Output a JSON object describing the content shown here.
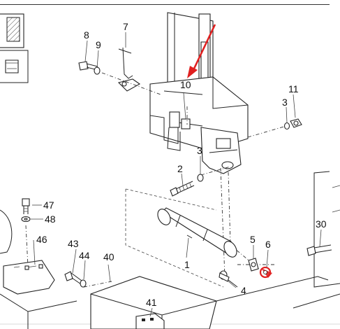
{
  "diagram": {
    "part_numbers": {
      "p1": "1",
      "p2": "2",
      "p3a": "3",
      "p3b": "3",
      "p4": "4",
      "p5": "5",
      "p6": "6",
      "p7": "7",
      "p8": "8",
      "p9": "9",
      "p10": "10",
      "p11": "11",
      "p30": "30",
      "p40": "40",
      "p41": "41",
      "p43": "43",
      "p44": "44",
      "p46": "46",
      "p47": "47",
      "p48": "48"
    },
    "colors": {
      "highlight": "#e02020",
      "line": "#222222",
      "top_rule": "#333333",
      "bottom_rule": "#d8d8d8"
    }
  }
}
